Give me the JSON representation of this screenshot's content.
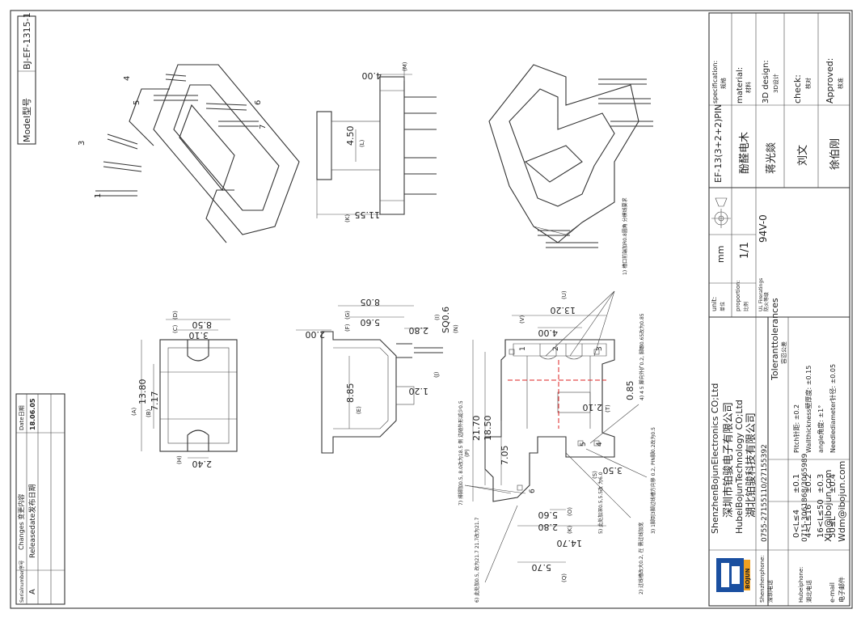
{
  "model": {
    "label": "Model型号",
    "value": "BJ-EF-1315-1"
  },
  "changes": {
    "head_serial": "Serialnumber序号",
    "head_content": "Changes 变更内容",
    "head_date": "Date日期",
    "rows": [
      {
        "serial": "A",
        "content": "Releasedate发布日期",
        "date": "18.06.05"
      }
    ]
  },
  "title_block": {
    "specification": {
      "label": "specification:",
      "label_cn": "规格",
      "value": "EF-13(3+2+2)PIN"
    },
    "material": {
      "label": "material:",
      "label_cn": "材料",
      "value": "酚醛电木"
    },
    "design": {
      "label": "3D design:",
      "label_cn": "3D设计",
      "value": "蒋光燚"
    },
    "check": {
      "label": "check:",
      "label_cn": "核对",
      "value": "刘文"
    },
    "approved": {
      "label": "Approved:",
      "label_cn": "核准",
      "value": "徐伯刚"
    },
    "unit": {
      "label": "unit:",
      "label_cn": "单位",
      "value": "mm"
    },
    "proportion": {
      "label": "proportion:",
      "label_cn": "比例",
      "value": "1/1"
    },
    "fire": {
      "label": "UL Fireratings",
      "label_cn": "防火等级",
      "value": "94V-0"
    },
    "tolerances": {
      "title": "Toleranttolerances",
      "title_cn": "容忍公差",
      "ranges": [
        "0<L≤4",
        "4<L≤16",
        "16<L≤50",
        "50≤L"
      ],
      "values": [
        "±0.1",
        "±0.2",
        "±0.3",
        "±0.4"
      ],
      "notes": [
        "Pitch针距: ±0.2",
        "Wallthickness壁厚度: ±0.15",
        "angle角度: ±1°",
        "Needlediameter针径: ±0.05"
      ]
    }
  },
  "company": {
    "en1": "ShenzhenBojunElectronics CO;Ltd",
    "cn1": "深圳市铂骏电子有限公司",
    "en2": "HubeiBojunTechnology CO;Ltd",
    "cn2": "湖北铂骏科技有限公司",
    "logo_text": "BOJUN",
    "contacts": [
      {
        "label": "Shenzhenphone:",
        "label_cn": "深圳电话",
        "value": "0755-27155110/27155392"
      },
      {
        "label": "Hubeiphone:",
        "label_cn": "湖北电话",
        "value": "0715-3061868/3065989"
      },
      {
        "label": "e-mail",
        "label_cn": "电子邮件",
        "value": "XIn@ibojun.com",
        "value2": "Wdm@ibojun.com"
      }
    ]
  },
  "iso_labels": [
    "1",
    "3",
    "5",
    "4",
    "6",
    "7"
  ],
  "dims": {
    "end_view": {
      "d": "4.00",
      "dl": "(M)",
      "h": "4.50",
      "hl": "(L)",
      "w": "11.55",
      "wl": "(K)"
    },
    "left_view": {
      "a": "13.80",
      "al": "(A)",
      "b": "7.17",
      "bl": "(B)",
      "c": "3.10",
      "cl": "(C)",
      "dd": "8.50",
      "ddl": "(D)",
      "h": "2.40",
      "hl": "(H)"
    },
    "side_view": {
      "f": "8.05",
      "g": "5.60",
      "gl": "(G)",
      "fl": "(F)",
      "e": "8.85",
      "el": "(E)",
      "t": "2.00",
      "i": "2.80",
      "il": "(I)",
      "j": "1.20",
      "jl": "(J)",
      "n": "SQ0.6",
      "nl": "(N)"
    },
    "bottom_view": {
      "u": "13.20",
      "ul": "(U)",
      "v": "4.00",
      "vl": "(V)",
      "p": "21.70",
      "pl": "(P)",
      "q": "18.50",
      "ql": "(Q)",
      "r": "7.05",
      "t": "2.10",
      "tl": "(T)",
      "w": "0.85",
      "s": "3.50",
      "sl": "(S)",
      "o": "5.60",
      "ol": "(O)",
      "k": "2.80",
      "kl": "(K)",
      "l": "14.70",
      "m": "5.70"
    }
  },
  "notes": [
    "1) 槽口前端加R0.8圆角 分模线要求",
    "4) 4 5 脚向外扩0.2, 脚跟0.65改为0.85",
    "3) 1脚到3脚过线槽方向移 0.2, PIN脚0.2改为0.5",
    "2) 过线槽改大0.2, 在 需过线加宽",
    "5) 此处加深0.5,5.5改 为6.0",
    "7) 排脚加0.5, 8.0改为18.5 侧 边随外形减少0.5",
    "6) 此处加0.5, 改为21.7 21.7改为21.7"
  ],
  "pin_numbers": [
    "1",
    "2",
    "3",
    "4",
    "5",
    "6"
  ]
}
